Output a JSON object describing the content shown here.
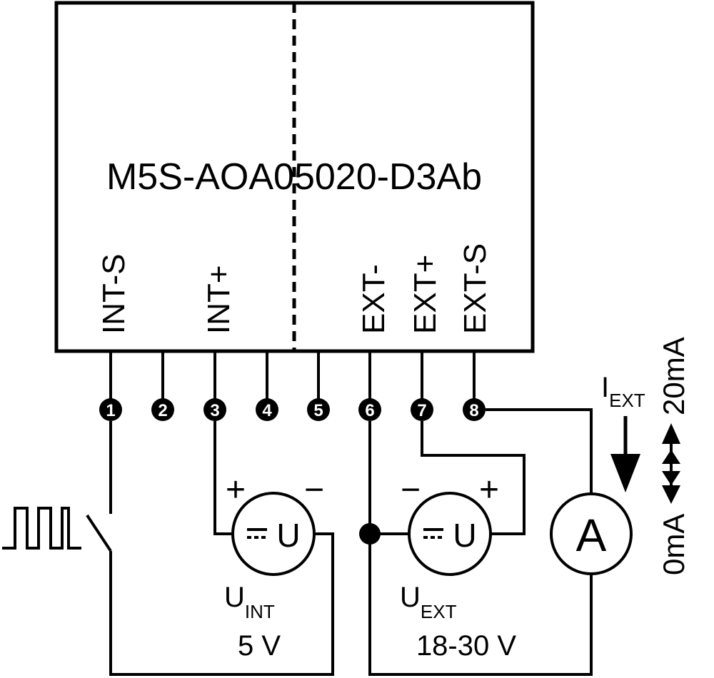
{
  "module": {
    "name": "M5S-AOA05020-D3Ab",
    "terminals": [
      "INT-S",
      "INT+",
      "EXT-",
      "EXT+",
      "EXT-S"
    ]
  },
  "pins": [
    "1",
    "2",
    "3",
    "4",
    "5",
    "6",
    "7",
    "8"
  ],
  "sources": {
    "internal": {
      "symbol": "U",
      "label_main": "U",
      "label_sub": "INT",
      "voltage": "5 V",
      "plus": "+",
      "minus": "−"
    },
    "external": {
      "symbol": "U",
      "label_main": "U",
      "label_sub": "EXT",
      "voltage": "18-30 V",
      "plus": "+",
      "minus": "−"
    }
  },
  "ammeter": {
    "symbol": "A"
  },
  "current": {
    "label_main": "I",
    "label_sub": "EXT",
    "range_max": "20mA",
    "range_min": "0mA"
  }
}
